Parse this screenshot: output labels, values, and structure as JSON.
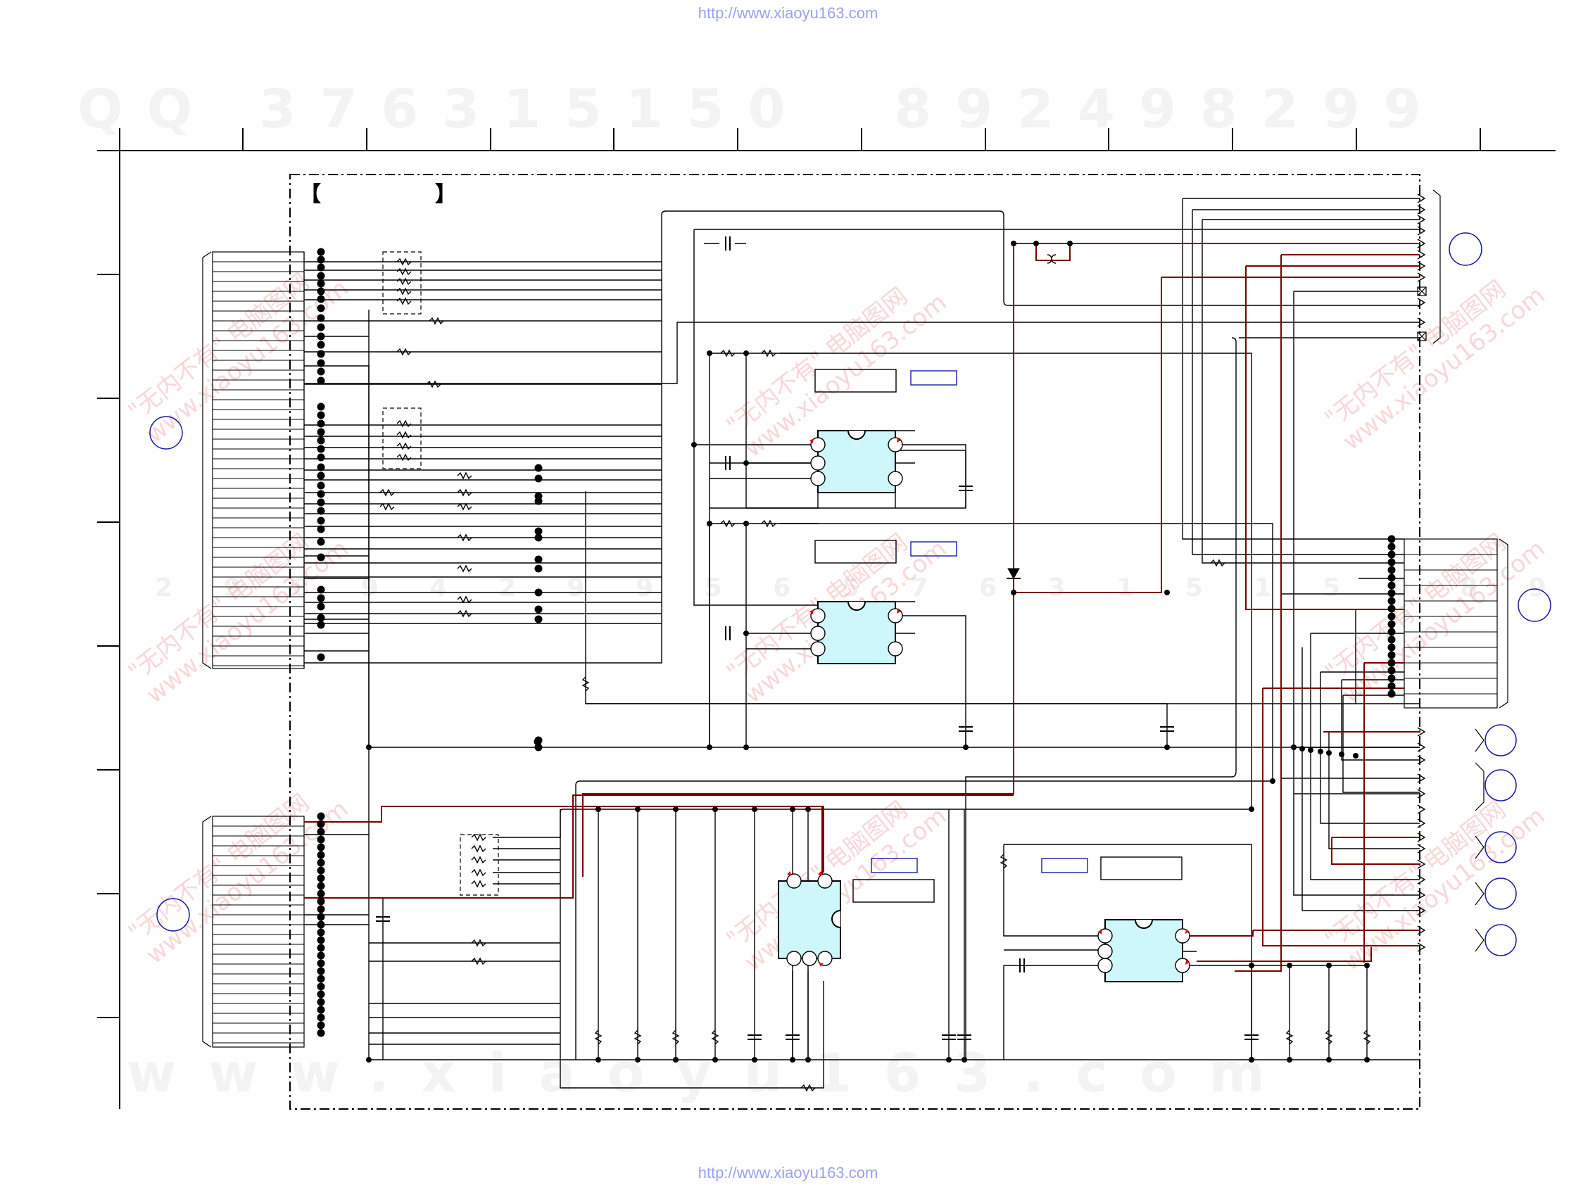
{
  "watermark": {
    "url_top": "http://www.xiaoyu163.com",
    "url_bottom": "http://www.xiaoyu163.com",
    "qq_line": "QQ 376315150  892498299",
    "site_line": "www.xiaoyu163.com",
    "mid_line": "2 9 8 9 4 2 9 9 5 6 5 7 6 3 1 5 1 5 0 8 9 2",
    "stamp_cn": "\"无内不有\" 电脑图网",
    "stamp_en": "www.xiaoyu163.com"
  },
  "board_label": {
    "open": "【",
    "close": "】"
  },
  "colors": {
    "wire": "#000000",
    "power": "#7a0000",
    "ic_fill": "#cdf7fb",
    "label_blue": "#1a1aa8",
    "connector_marker": "#1a1aa8",
    "pin_flag": "#e01010",
    "watermark_red": "#ec9090",
    "url_blue": "#9aa0f0"
  },
  "icons": {
    "ic": "ic-package-icon",
    "resistor": "resistor-icon",
    "capacitor": "capacitor-icon",
    "diode": "diode-icon",
    "terminal_open": "open-terminal-icon",
    "terminal_nc": "no-connect-terminal-icon",
    "connector": "connector-circle-icon"
  }
}
